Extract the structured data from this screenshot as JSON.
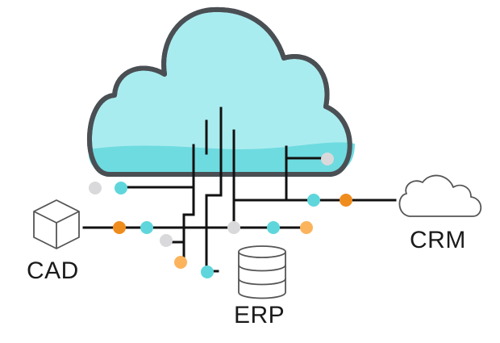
{
  "nodes": {
    "cad": {
      "label": "CAD",
      "icon": "cube-icon"
    },
    "crm": {
      "label": "CRM",
      "icon": "cloud-outline-icon"
    },
    "erp": {
      "label": "ERP",
      "icon": "database-icon"
    },
    "hub": {
      "icon": "cloud-icon"
    }
  },
  "colors": {
    "cloud_fill_light": "#a9ecef",
    "cloud_fill_dark": "#6edbe0",
    "cloud_outline": "#4a4f54",
    "line": "#111111",
    "dot_cyan": "#5fd6dc",
    "dot_orange": "#ef8c1e",
    "dot_light_orange": "#fbb45c",
    "dot_gray": "#d9d9dc",
    "icon_stroke": "#555555"
  }
}
